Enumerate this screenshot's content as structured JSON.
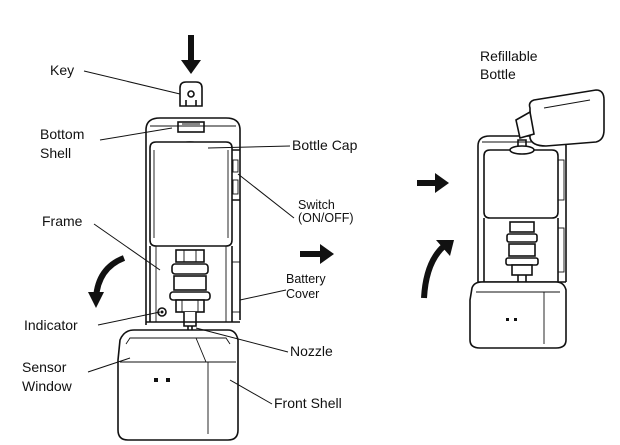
{
  "labels": {
    "key": "Key",
    "bottom_shell": [
      "Bottom",
      "Shell"
    ],
    "bottle_cap": "Bottle Cap",
    "frame": "Frame",
    "switch": [
      "Switch",
      "(ON/OFF)"
    ],
    "battery_cover": [
      "Battery",
      "Cover"
    ],
    "indicator": "Indicator",
    "nozzle": "Nozzle",
    "sensor_window": [
      "Sensor",
      "Window"
    ],
    "front_shell": "Front Shell",
    "refillable_bottle": [
      "Refillable",
      "Bottle"
    ]
  },
  "icons": {
    "down_arrow": "arrow-down-icon",
    "right_arrows": "arrow-right-icon",
    "rotate_arrows": "curved-arrow-icon"
  },
  "colors": {
    "ink": "#111111",
    "background": "#ffffff"
  }
}
